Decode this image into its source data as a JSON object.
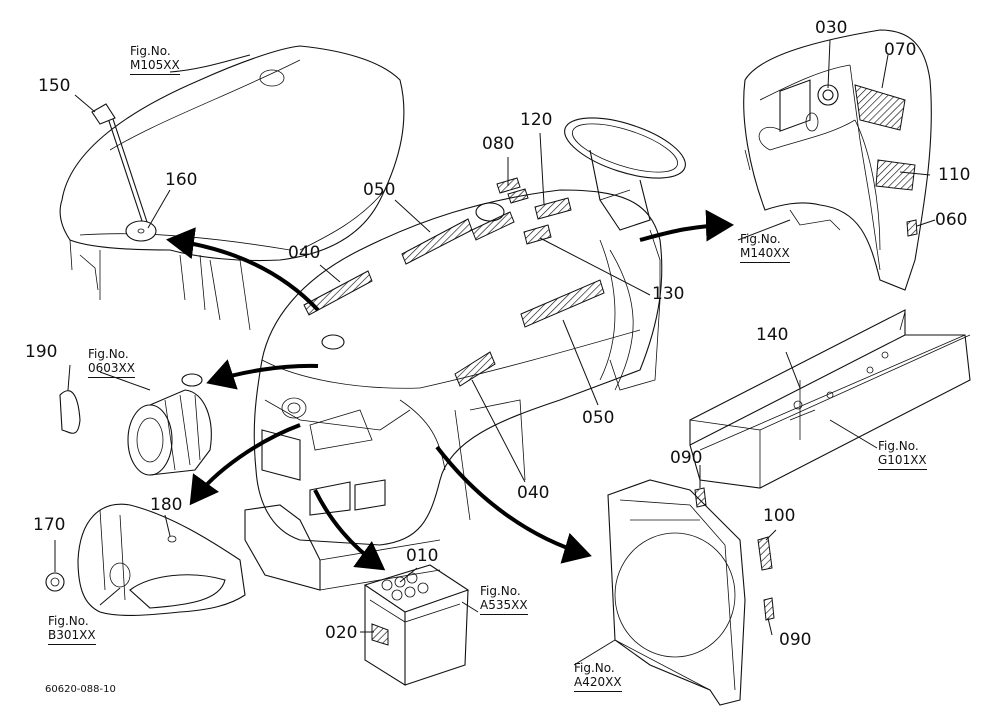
{
  "callouts": {
    "p010": "010",
    "p020": "020",
    "p030": "030",
    "p040a": "040",
    "p040b": "040",
    "p050a": "050",
    "p050b": "050",
    "p060": "060",
    "p070": "070",
    "p080": "080",
    "p090a": "090",
    "p090b": "090",
    "p100": "100",
    "p110": "110",
    "p120": "120",
    "p130": "130",
    "p140": "140",
    "p150": "150",
    "p160": "160",
    "p170": "170",
    "p180": "180",
    "p190": "190"
  },
  "figures": {
    "m105": {
      "line1": "Fig.No.",
      "line2": "M105XX"
    },
    "m140": {
      "line1": "Fig.No.",
      "line2": "M140XX"
    },
    "f0603": {
      "line1": "Fig.No.",
      "line2": "0603XX"
    },
    "g101": {
      "line1": "Fig.No.",
      "line2": "G101XX"
    },
    "a535": {
      "line1": "Fig.No.",
      "line2": "A535XX"
    },
    "b301": {
      "line1": "Fig.No.",
      "line2": "B301XX"
    },
    "a420": {
      "line1": "Fig.No.",
      "line2": "A420XX"
    }
  },
  "drawing_code": "60620-088-10"
}
